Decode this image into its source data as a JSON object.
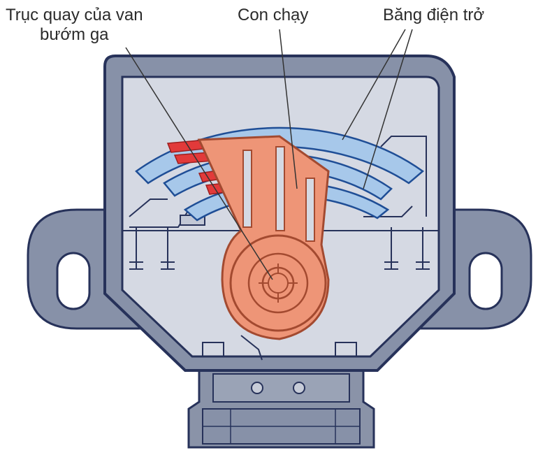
{
  "labels": {
    "shaft_line1": "Trục quay của van",
    "shaft_line2": "bướm ga",
    "wiper": "Con chạy",
    "track": "Băng điện trở"
  },
  "colors": {
    "housing": "#8791a8",
    "housing_edge": "#27325a",
    "inner": "#d5d9e3",
    "track_fill": "#a7c8ea",
    "track_edge": "#1f4e96",
    "wiper": "#ee9577",
    "wiper_edge": "#a34a30",
    "contact": "#e23a3a",
    "leader": "#333333"
  }
}
